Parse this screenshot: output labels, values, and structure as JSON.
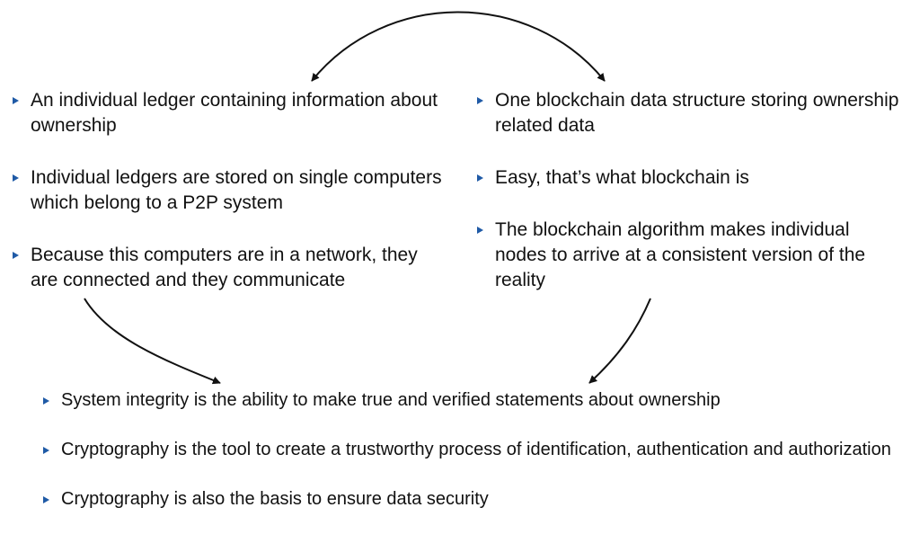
{
  "left_column": {
    "items": [
      "An individual ledger containing information about ownership",
      "Individual ledgers are stored on single computers which belong to a P2P system",
      "Because this computers are in a network, they are connected and they communicate"
    ]
  },
  "right_column": {
    "items": [
      "One blockchain data structure storing ownership related data",
      "Easy, that’s what blockchain is",
      "The blockchain algorithm makes individual nodes to arrive at a consistent version of the reality"
    ]
  },
  "bottom": {
    "items": [
      "System integrity is the ability to make true and verified statements about ownership",
      "Cryptography is the tool to create a trustworthy process of identification, authentication and authorization",
      "Cryptography is also the basis to ensure data security"
    ]
  },
  "colors": {
    "bullet": "#1f5aa6",
    "text": "#111111",
    "arrow": "#111111"
  }
}
